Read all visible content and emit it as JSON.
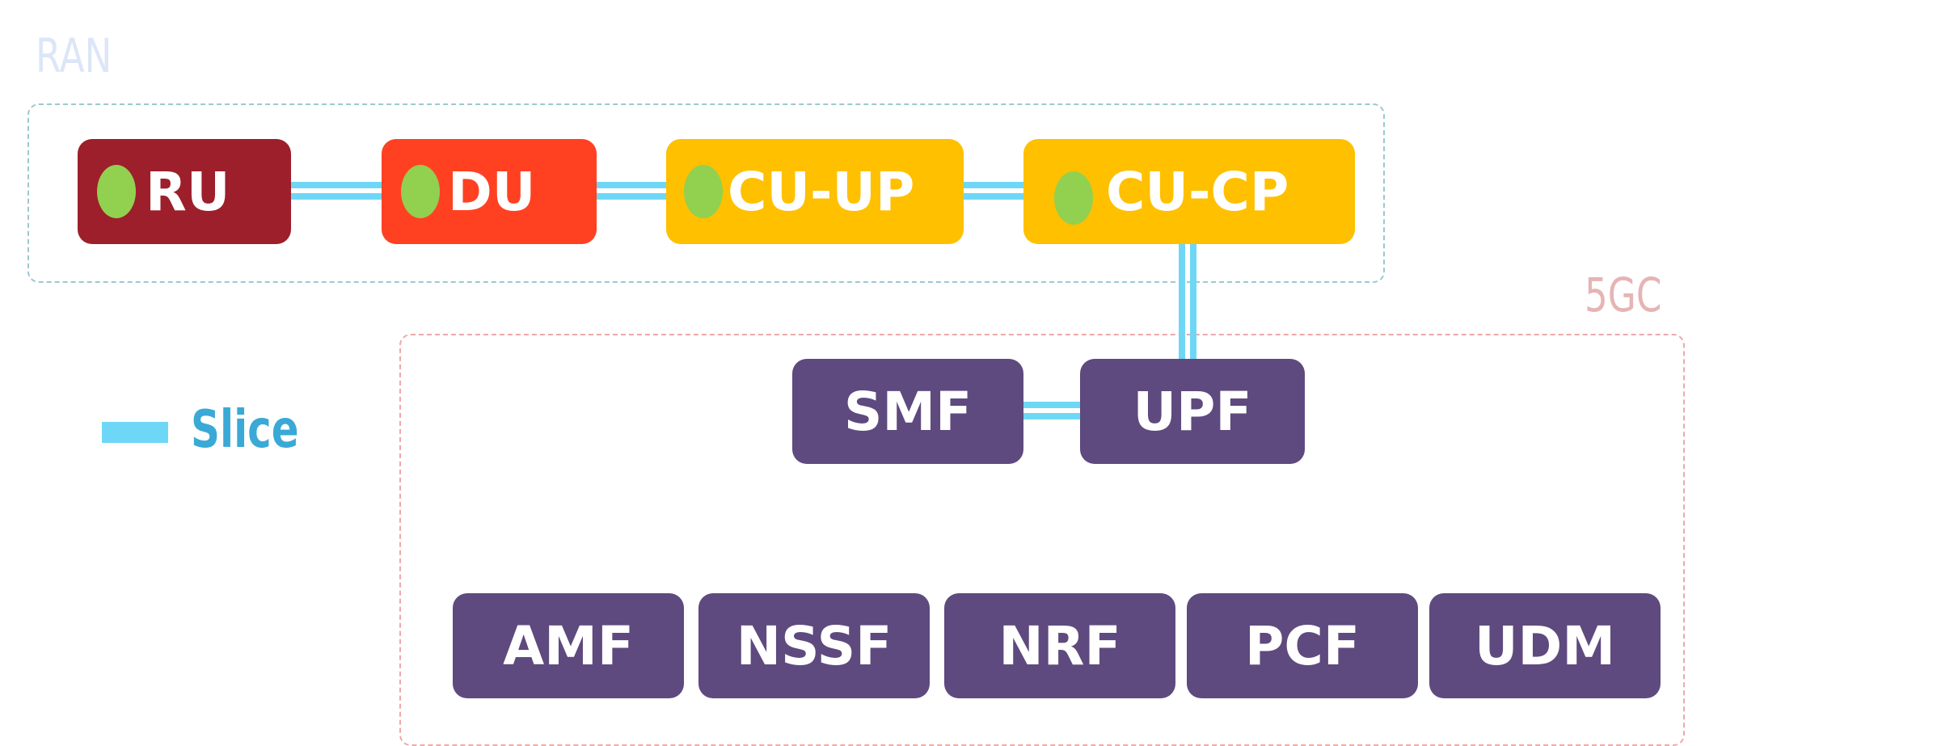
{
  "groups": {
    "ran": {
      "label": "RAN"
    },
    "core": {
      "label": "5GC"
    }
  },
  "ran_nodes": {
    "ru": {
      "label": "RU",
      "color": "#9c1f2b"
    },
    "du": {
      "label": "DU",
      "color": "#ff4122"
    },
    "cu_up": {
      "label": "CU-UP",
      "color": "#ffc000"
    },
    "cu_cp": {
      "label": "CU-CP",
      "color": "#ffc000"
    }
  },
  "core_nodes": {
    "smf": {
      "label": "SMF"
    },
    "upf": {
      "label": "UPF"
    },
    "amf": {
      "label": "AMF"
    },
    "nssf": {
      "label": "NSSF"
    },
    "nrf": {
      "label": "NRF"
    },
    "pcf": {
      "label": "PCF"
    },
    "udm": {
      "label": "UDM"
    }
  },
  "legend": {
    "slice": {
      "label": "Slice",
      "color": "#6fd7f6"
    }
  },
  "colors": {
    "core_node": "#5e4a7e",
    "status_dot": "#92d050",
    "ran_border": "#9cc8d2",
    "core_border": "#eea8a8"
  }
}
